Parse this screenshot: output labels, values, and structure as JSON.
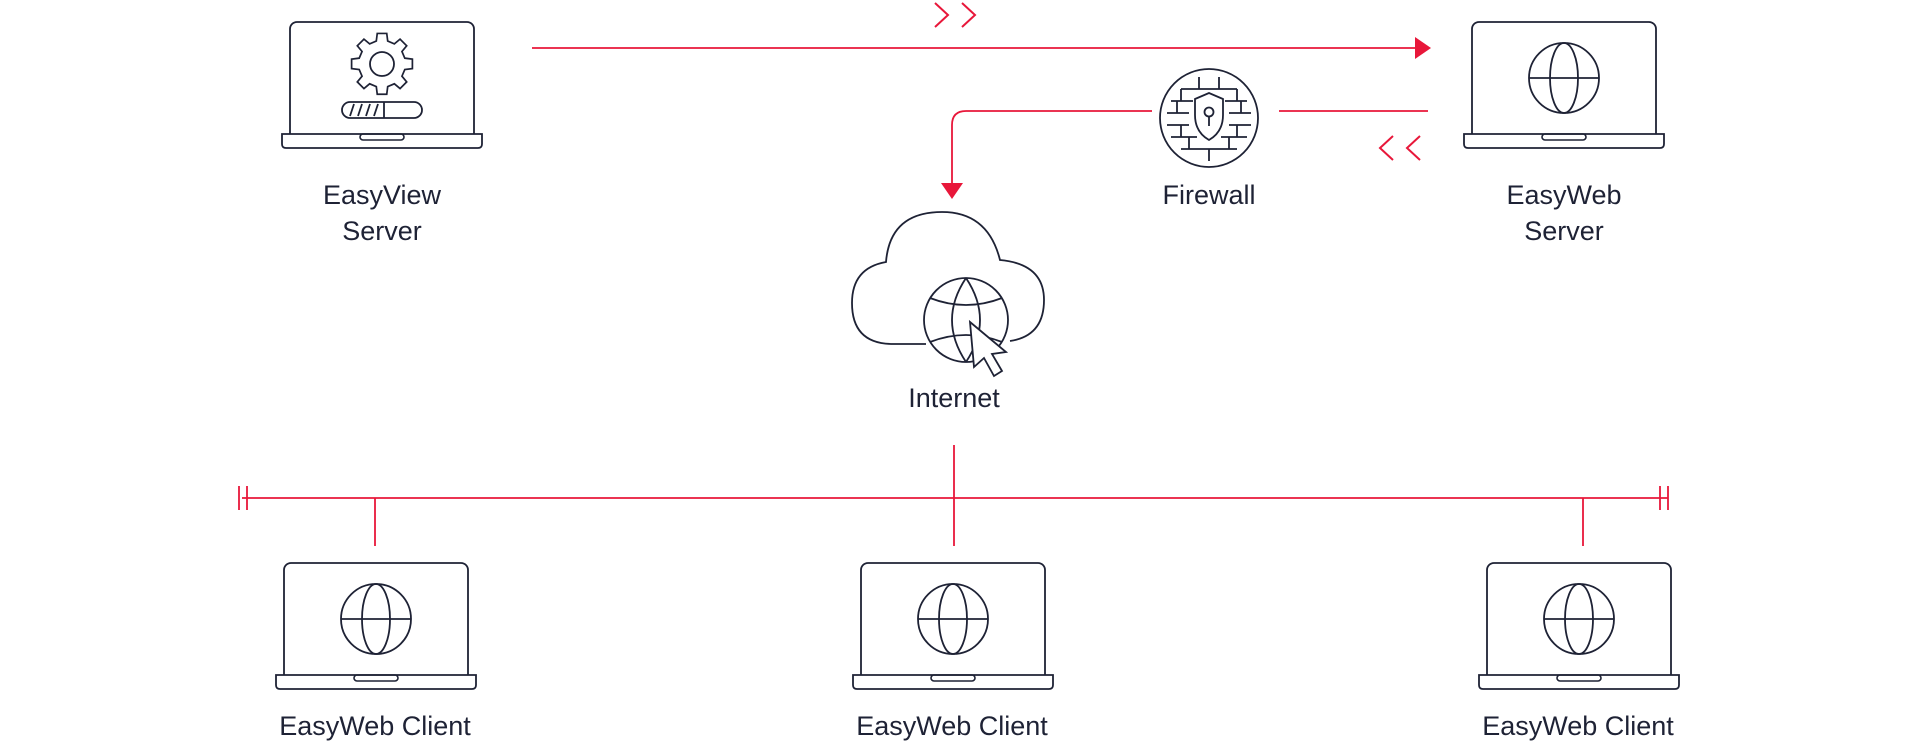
{
  "nodes": {
    "easyview_server": {
      "line1": "EasyView",
      "line2": "Server"
    },
    "easyweb_server": {
      "line1": "EasyWeb",
      "line2": "Server"
    },
    "firewall": {
      "label": "Firewall"
    },
    "internet": {
      "label": "Internet"
    },
    "client_left": {
      "label": "EasyWeb Client"
    },
    "client_center": {
      "label": "EasyWeb Client"
    },
    "client_right": {
      "label": "EasyWeb Client"
    }
  },
  "colors": {
    "accent": "#e8173a",
    "stroke": "#1e2235",
    "background": "#ffffff"
  },
  "icons": {
    "easyview_server": "laptop-gear-progress-icon",
    "easyweb_server": "laptop-globe-icon",
    "firewall": "firewall-brick-shield-icon",
    "internet": "cloud-globe-cursor-icon",
    "clients": "laptop-globe-icon"
  }
}
